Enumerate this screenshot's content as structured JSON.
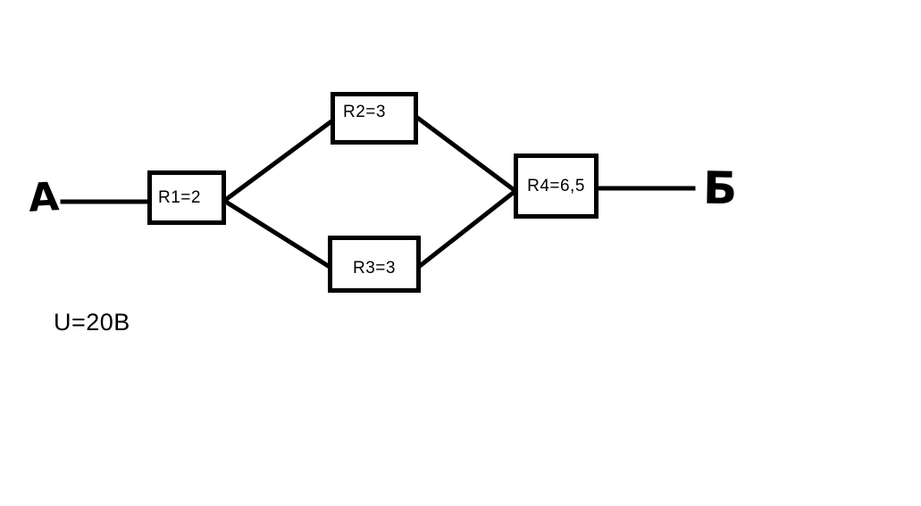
{
  "diagram": {
    "type": "circuit",
    "terminals": {
      "left": "А",
      "right": "Б"
    },
    "resistors": [
      {
        "id": "R1",
        "label": "R1=2",
        "value": 2,
        "position": "series-input"
      },
      {
        "id": "R2",
        "label": "R2=3",
        "value": 3,
        "position": "parallel-top"
      },
      {
        "id": "R3",
        "label": "R3=3",
        "value": 3,
        "position": "parallel-bottom"
      },
      {
        "id": "R4",
        "label": "R4=6,5",
        "value": 6.5,
        "position": "series-output"
      }
    ],
    "voltage_label": "U=20В",
    "colors": {
      "stroke": "#000000",
      "background": "#ffffff"
    }
  }
}
